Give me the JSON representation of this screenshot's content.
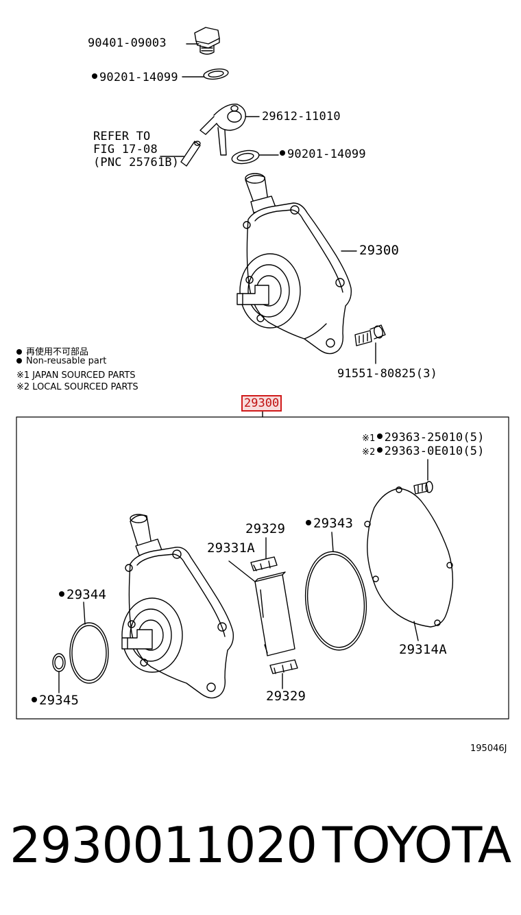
{
  "labels": {
    "p90401": "90401-09003",
    "p90201a": "90201-14099",
    "p29612": "29612-11010",
    "refer1": "REFER TO",
    "refer2": "FIG 17-08",
    "refer3": "(PNC 25761B)",
    "p90201b": "90201-14099",
    "p29300": "29300",
    "p91551": "91551-80825(3)",
    "p29300_hl": "29300",
    "p29363a_pref": "※1",
    "p29363a": "29363-25010(5)",
    "p29363b_pref": "※2",
    "p29363b": "29363-0E010(5)",
    "p29329a": "29329",
    "p29331a": "29331A",
    "p29343": "29343",
    "p29344": "29344",
    "p29345": "29345",
    "p29329b": "29329",
    "p29314a": "29314A"
  },
  "legend": {
    "l1": "再使用不可部品",
    "l2": "Non-reusable part",
    "l3": "※1 JAPAN SOURCED PARTS",
    "l4": "※2 LOCAL SOURCED PARTS"
  },
  "figure_code": "195046J",
  "part_number": "2930011020",
  "brand": "TOYOTA",
  "highlight_color": "#d01a1a"
}
